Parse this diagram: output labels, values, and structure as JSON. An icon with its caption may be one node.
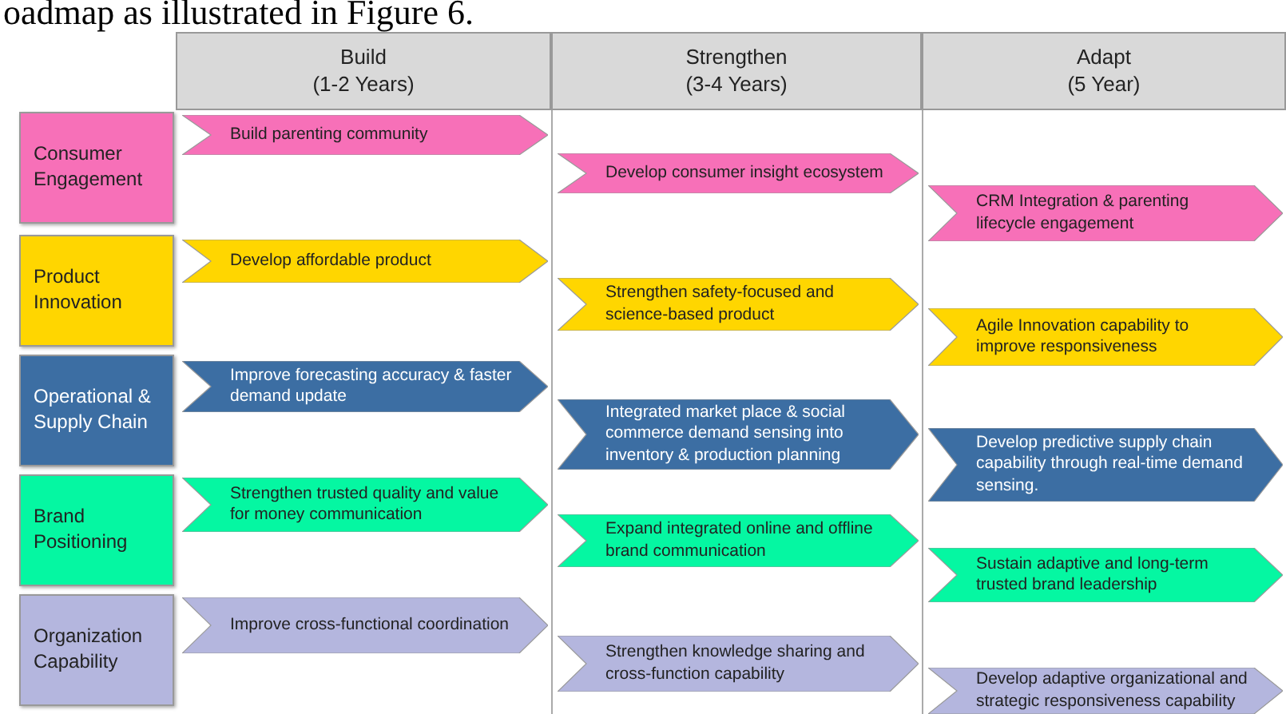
{
  "diagram": {
    "nodes": [
      {
        "text": [
          "Build",
          "(1-2 Years)"
        ]
      },
      {
        "text": [
          "Strengthen",
          "(3-4 Years)"
        ]
      },
      {
        "text": [
          "Adapt",
          "(5 Year)"
        ]
      },
      {
        "text": [
          "Consumer Engagement"
        ]
      },
      {
        "text": [
          "Build parenting community"
        ]
      },
      {
        "text": [
          "Develop consumer insight ecosystem"
        ]
      },
      {
        "text": [
          "CRM Integration & parenting lifecycle engagement"
        ]
      },
      {
        "text": [
          "Product Innovation"
        ]
      },
      {
        "text": [
          "Develop affordable product"
        ]
      },
      {
        "text": [
          "Strengthen safety-focused and science-based product"
        ]
      },
      {
        "text": [
          "Agile Innovation capability to improve responsiveness"
        ]
      },
      {
        "text": [
          "Operational & Supply Chain"
        ]
      },
      {
        "text": [
          "Improve forecasting accuracy & faster demand update"
        ]
      },
      {
        "text": [
          "Integrated market place & social commerce demand sensing into inventory & production planning"
        ]
      },
      {
        "text": [
          "Develop predictive supply chain capability through real-time demand sensing."
        ]
      },
      {
        "text": [
          "Brand Positioning"
        ]
      },
      {
        "text": [
          "Strengthen trusted quality and value for money communication"
        ]
      },
      {
        "text": [
          "Expand integrated online and offline brand communication"
        ]
      },
      {
        "text": [
          "Sustain adaptive and long-term trusted brand leadership"
        ]
      },
      {
        "text": [
          "Organization Capability"
        ]
      },
      {
        "text": [
          "Improve cross-functional coordination"
        ]
      },
      {
        "text": [
          "Strengthen knowledge sharing and cross-function capability"
        ]
      },
      {
        "text": [
          "Develop adaptive organizational and strategic responsiveness capability"
        ]
      }
    ],
    "edges": [],
    "labels": [
      "oadmap as illustrated in Figure 6."
    ]
  }
}
